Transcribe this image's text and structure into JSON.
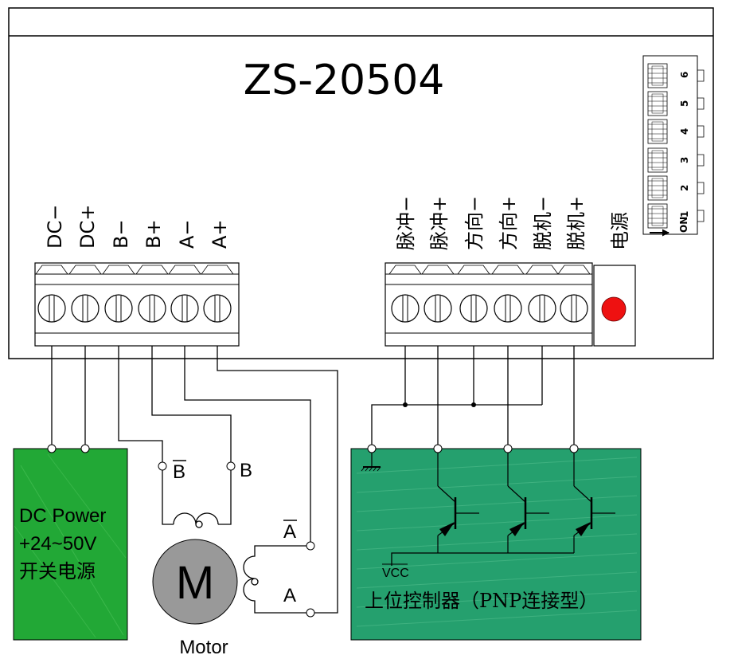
{
  "driver": {
    "model": "ZS-20504",
    "power_motor_terminals": [
      "DC−",
      "DC+",
      "B−",
      "B+",
      "A−",
      "A+"
    ],
    "control_terminals": [
      "脉冲−",
      "脉冲+",
      "方向−",
      "方向+",
      "脱机−",
      "脱机+"
    ],
    "power_indicator_label": "电源",
    "dip_switch": {
      "on_label": "ON",
      "positions": [
        "1",
        "2",
        "3",
        "4",
        "5",
        "6"
      ]
    }
  },
  "power_supply": {
    "line1": "DC Power",
    "line2": "+24~50V",
    "line3": "开关电源",
    "color": "#22a836"
  },
  "motor": {
    "symbol": "M",
    "caption": "Motor",
    "phase_b_bar": "B",
    "phase_b": "B",
    "phase_a_bar": "A",
    "phase_a": "A"
  },
  "controller": {
    "vcc_label": "VCC",
    "caption": "上位控制器（PNP连接型）",
    "color": "#25a06e"
  },
  "colors": {
    "indicator_led": "#ee1111",
    "line": "#000000"
  }
}
